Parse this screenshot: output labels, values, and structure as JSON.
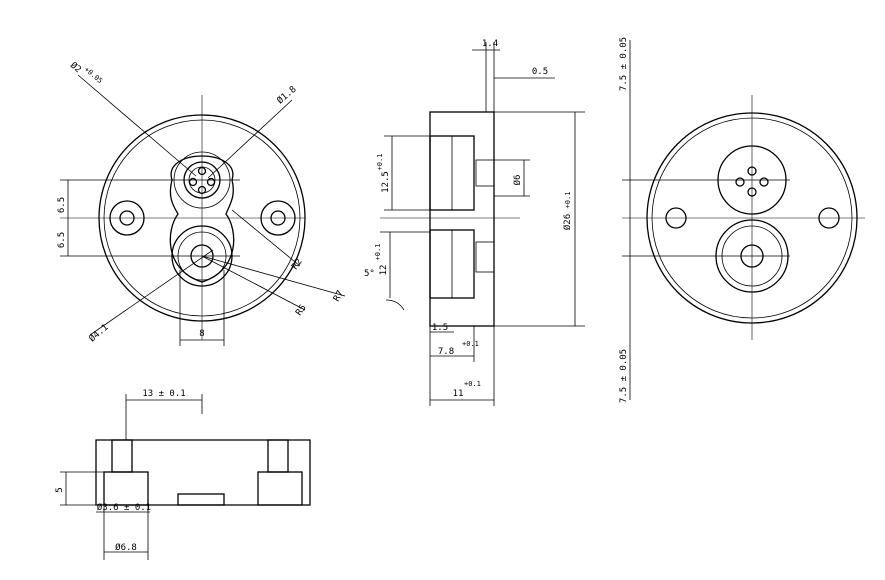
{
  "front_view": {
    "hole_small_dia": "Ø2",
    "hole_small_tol": "+0.05",
    "hole_dia_top": "Ø1.8",
    "dim_65_upper": "6.5",
    "dim_65_lower": "6.5",
    "dim_r2": "R2",
    "dim_r7": "R7",
    "dim_r5": "R5",
    "dim_phi41": "Ø4.1",
    "dim_8": "8"
  },
  "section_view": {
    "dim_14": "1.4",
    "dim_05": "0.5",
    "dim_125": "12.5",
    "dim_125_tol": "+0.1",
    "dim_phi6": "Ø6",
    "dim_phi26": "Ø26",
    "dim_phi26_tol": "+0.1",
    "dim_12": "12",
    "dim_12_tol": "+0.1",
    "dim_angle": "5°",
    "dim_15": "1.5",
    "dim_78": "7.8",
    "dim_78_tol": "+0.1",
    "dim_11": "11",
    "dim_11_tol": "+0.1"
  },
  "right_view": {
    "dim_top": "7.5 ± 0.05",
    "dim_bottom": "7.5 ± 0.05"
  },
  "bottom_view": {
    "dim_13": "13 ± 0.1",
    "dim_5": "5",
    "dim_36": "Ø3.6 ± 0.1",
    "dim_68": "Ø6.8"
  }
}
